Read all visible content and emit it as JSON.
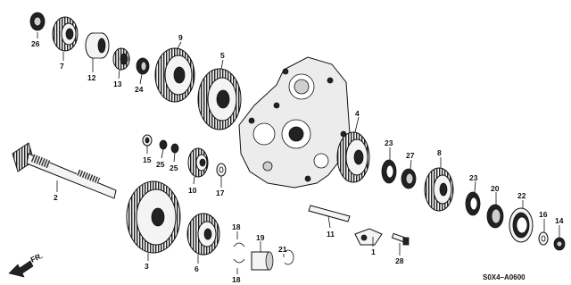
{
  "diagram": {
    "code": "S0X4–A0600",
    "direction_label": "FR.",
    "callouts": [
      "26",
      "7",
      "12",
      "13",
      "24",
      "9",
      "5",
      "4",
      "15",
      "25",
      "25",
      "10",
      "17",
      "2",
      "3",
      "6",
      "18",
      "18",
      "19",
      "21",
      "11",
      "1",
      "28",
      "23",
      "27",
      "8",
      "23",
      "20",
      "22",
      "16",
      "14"
    ]
  }
}
